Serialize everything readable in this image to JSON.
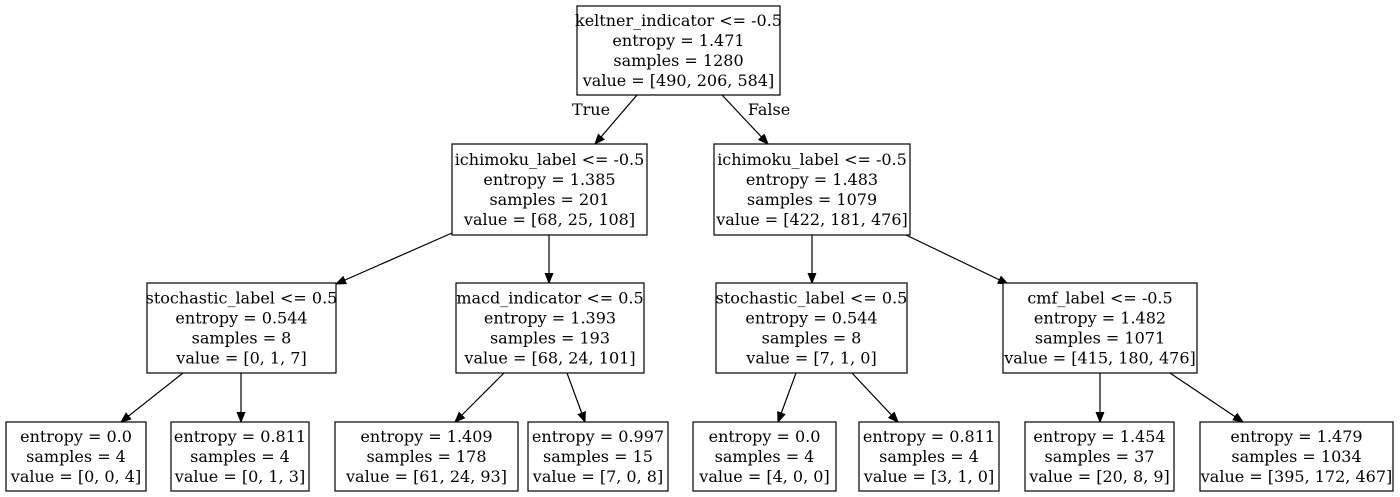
{
  "tree": {
    "nodes": [
      {
        "id": "n0",
        "lines": [
          "keltner_indicator <= -0.5",
          "entropy = 1.471",
          "samples = 1280",
          "value = [490, 206, 584]"
        ]
      },
      {
        "id": "n1",
        "lines": [
          "ichimoku_label <= -0.5",
          "entropy = 1.385",
          "samples = 201",
          "value = [68, 25, 108]"
        ]
      },
      {
        "id": "n2",
        "lines": [
          "ichimoku_label <= -0.5",
          "entropy = 1.483",
          "samples = 1079",
          "value = [422, 181, 476]"
        ]
      },
      {
        "id": "n3",
        "lines": [
          "stochastic_label <= 0.5",
          "entropy = 0.544",
          "samples = 8",
          "value = [0, 1, 7]"
        ]
      },
      {
        "id": "n4",
        "lines": [
          "macd_indicator <= 0.5",
          "entropy = 1.393",
          "samples = 193",
          "value = [68, 24, 101]"
        ]
      },
      {
        "id": "n5",
        "lines": [
          "stochastic_label <= 0.5",
          "entropy = 0.544",
          "samples = 8",
          "value = [7, 1, 0]"
        ]
      },
      {
        "id": "n6",
        "lines": [
          "cmf_label <= -0.5",
          "entropy = 1.482",
          "samples = 1071",
          "value = [415, 180, 476]"
        ]
      },
      {
        "id": "n7",
        "lines": [
          "entropy = 0.0",
          "samples = 4",
          "value = [0, 0, 4]"
        ]
      },
      {
        "id": "n8",
        "lines": [
          "entropy = 0.811",
          "samples = 4",
          "value = [0, 1, 3]"
        ]
      },
      {
        "id": "n9",
        "lines": [
          "entropy = 1.409",
          "samples = 178",
          "value = [61, 24, 93]"
        ]
      },
      {
        "id": "n10",
        "lines": [
          "entropy = 0.997",
          "samples = 15",
          "value = [7, 0, 8]"
        ]
      },
      {
        "id": "n11",
        "lines": [
          "entropy = 0.0",
          "samples = 4",
          "value = [4, 0, 0]"
        ]
      },
      {
        "id": "n12",
        "lines": [
          "entropy = 0.811",
          "samples = 4",
          "value = [3, 1, 0]"
        ]
      },
      {
        "id": "n13",
        "lines": [
          "entropy = 1.454",
          "samples = 37",
          "value = [20, 8, 9]"
        ]
      },
      {
        "id": "n14",
        "lines": [
          "entropy = 1.479",
          "samples = 1034",
          "value = [395, 172, 467]"
        ]
      }
    ],
    "edges": [
      {
        "from": "n0",
        "to": "n1",
        "label": "True"
      },
      {
        "from": "n0",
        "to": "n2",
        "label": "False"
      },
      {
        "from": "n1",
        "to": "n3",
        "label": ""
      },
      {
        "from": "n1",
        "to": "n4",
        "label": ""
      },
      {
        "from": "n2",
        "to": "n5",
        "label": ""
      },
      {
        "from": "n2",
        "to": "n6",
        "label": ""
      },
      {
        "from": "n3",
        "to": "n7",
        "label": ""
      },
      {
        "from": "n3",
        "to": "n8",
        "label": ""
      },
      {
        "from": "n4",
        "to": "n9",
        "label": ""
      },
      {
        "from": "n4",
        "to": "n10",
        "label": ""
      },
      {
        "from": "n5",
        "to": "n11",
        "label": ""
      },
      {
        "from": "n5",
        "to": "n12",
        "label": ""
      },
      {
        "from": "n6",
        "to": "n13",
        "label": ""
      },
      {
        "from": "n6",
        "to": "n14",
        "label": ""
      }
    ]
  }
}
